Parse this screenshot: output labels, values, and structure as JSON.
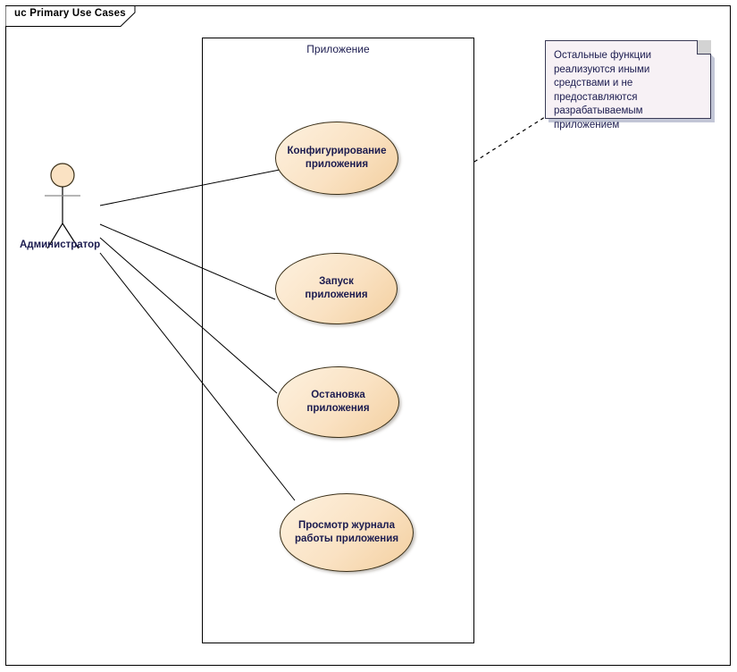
{
  "frame": {
    "tab_label": "uc Primary Use Cases"
  },
  "boundary": {
    "label": "Приложение"
  },
  "actor": {
    "name": "Администратор",
    "icon": "actor-stick-figure-icon"
  },
  "use_cases": [
    {
      "id": "uc-configure",
      "label": "Конфигурирование приложения",
      "line1": "Конфигурирование",
      "line2": "приложения"
    },
    {
      "id": "uc-start",
      "label": "Запуск приложения",
      "line1": "Запуск приложения",
      "line2": ""
    },
    {
      "id": "uc-stop",
      "label": "Остановка приложения",
      "line1": "Остановка",
      "line2": "приложения"
    },
    {
      "id": "uc-view-log",
      "label": "Просмотр журнала работы приложения",
      "line1": "Просмотр журнала",
      "line2": "работы приложения"
    }
  ],
  "note": {
    "text": "Остальные функции реализуются иными средствами и не предоставляются разрабатываемым приложением"
  },
  "colors": {
    "usecase_fill": "#fae2c3",
    "usecase_stroke": "#3a2f18",
    "text": "#1b1b4f",
    "note_fill": "#f7f1f5",
    "note_stroke": "#3a3a55",
    "line": "#000000"
  }
}
